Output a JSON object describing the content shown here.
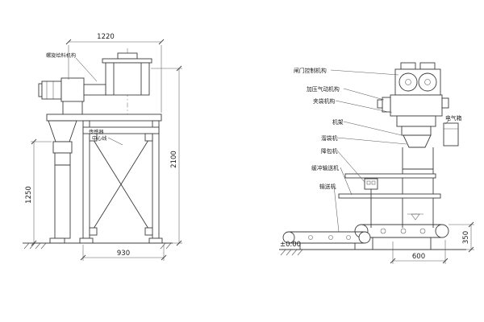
{
  "left_view": {
    "feeder_label": "螺旋给料机构",
    "sensor_line1": "传感器",
    "sensor_line2": "中心线",
    "dim_top": "1220",
    "dim_right": "2100",
    "dim_left": "1250",
    "dim_bottom": "930"
  },
  "right_view": {
    "gate_control": "闸门控制机构",
    "pneumatic": "加压气动机构",
    "bag_clamp": "夹袋机构",
    "frame": "机架",
    "bag_chute": "溜袋机",
    "bag_lowerer": "降包机",
    "buffer_conveyor": "缓冲输送机",
    "conveyor": "输送机",
    "electric_box": "电气箱",
    "dim_bottom": "600",
    "dim_right": "350",
    "ground_level": "±0.00"
  }
}
